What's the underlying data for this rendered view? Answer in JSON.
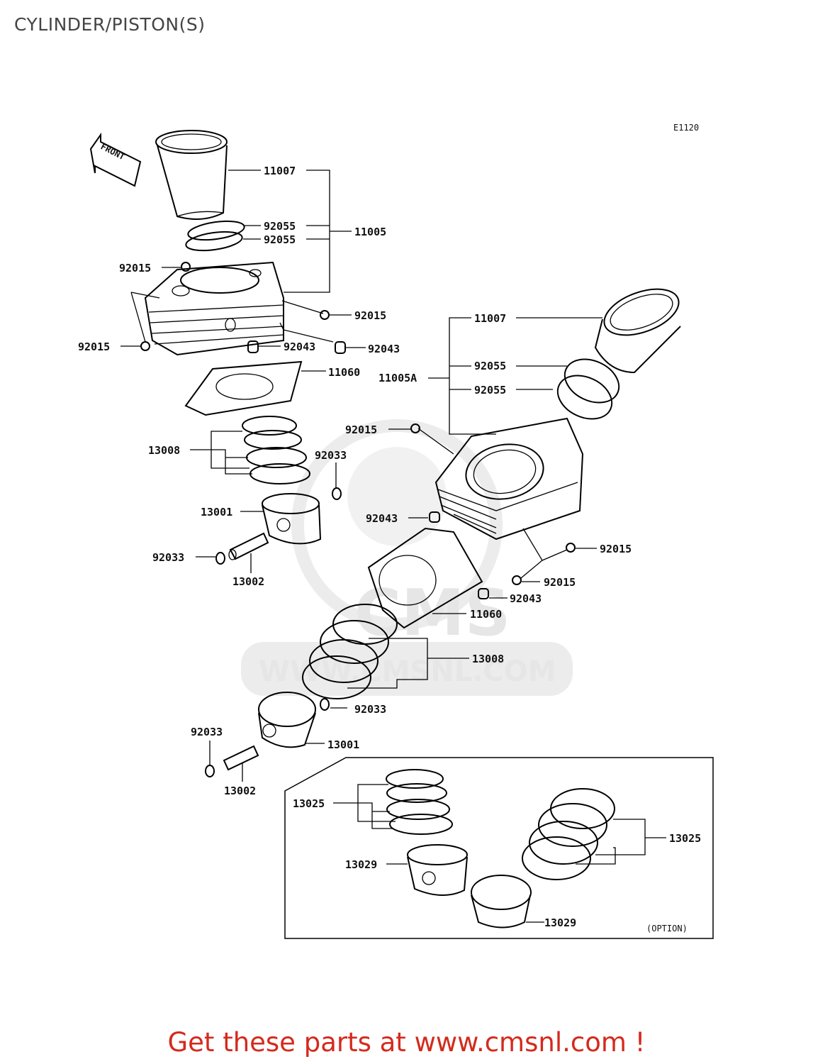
{
  "page": {
    "title": "CYLINDER/PISTON(S)",
    "diagram_code": "E1120",
    "front_label": "FRONT",
    "option_label": "(OPTION)",
    "footer": "Get these parts at www.cmsnl.com !",
    "watermark": "WWW.CMSNL.COM",
    "watermark_logo": "CMS",
    "colors": {
      "footer": "#d42a1d",
      "title": "#444444",
      "watermark": "#e6e6e6"
    }
  },
  "callouts": {
    "upper_liner": "11007",
    "upper_oring_a": "92055",
    "upper_oring_b": "92055",
    "upper_cylinder_assy": "11005",
    "upper_bolt_top": "92015",
    "upper_bolt_right": "92015",
    "upper_bolt_left": "92015",
    "upper_dowel_a": "92043",
    "upper_dowel_b": "92043",
    "upper_gasket": "11060",
    "upper_rings": "13008",
    "upper_clip_right": "92033",
    "upper_piston": "13001",
    "upper_clip_left": "92033",
    "upper_pin": "13002",
    "lower_liner": "11007",
    "lower_cylinder_assy": "11005A",
    "lower_oring_a": "92055",
    "lower_oring_b": "92055",
    "lower_bolt_top": "92015",
    "lower_dowel_left": "92043",
    "lower_bolt_right_a": "92015",
    "lower_bolt_right_b": "92015",
    "lower_dowel_right": "92043",
    "lower_gasket": "11060",
    "lower_rings": "13008",
    "lower_clip_right": "92033",
    "lower_clip_left": "92033",
    "lower_piston": "13001",
    "lower_pin": "13002",
    "option_rings_left": "13025",
    "option_piston_left": "13029",
    "option_rings_right": "13025",
    "option_piston_right": "13029"
  }
}
